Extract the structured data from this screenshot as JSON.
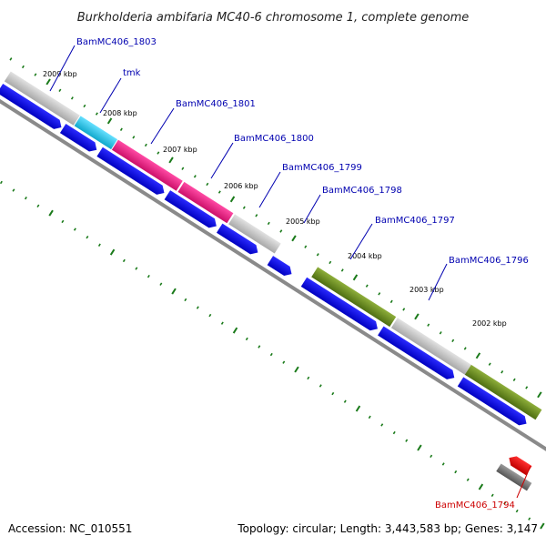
{
  "title": "Burkholderia ambifaria MC40-6 chromosome 1, complete genome",
  "footer": {
    "accession": "Accession: NC_010551",
    "topology": "Topology: circular; Length: 3,443,583 bp; Genes: 3,147"
  },
  "kbp_labels": [
    "2009 kbp",
    "2008 kbp",
    "2007 kbp",
    "2006 kbp",
    "2005 kbp",
    "2004 kbp",
    "2003 kbp",
    "2002 kbp"
  ],
  "gene_labels": [
    {
      "text": "BamMC406_1803",
      "color": "#0000b0"
    },
    {
      "text": "tmk",
      "color": "#0000b0"
    },
    {
      "text": "BamMC406_1801",
      "color": "#0000b0"
    },
    {
      "text": "BamMC406_1800",
      "color": "#0000b0"
    },
    {
      "text": "BamMC406_1799",
      "color": "#0000b0"
    },
    {
      "text": "BamMC406_1798",
      "color": "#0000b0"
    },
    {
      "text": "BamMC406_1797",
      "color": "#0000b0"
    },
    {
      "text": "BamMC406_1796",
      "color": "#0000b0"
    },
    {
      "text": "BamMC406_1794",
      "color": "#cc0000"
    }
  ],
  "colors": {
    "gray_gene": "#c4c4c4",
    "cyan_gene": "#33ccee",
    "pink_gene": "#ee2a8a",
    "olive_gene": "#6e8e22",
    "blue_cds": "#0a0aee",
    "red_gene": "#ee0000",
    "dark_gene": "#707070",
    "backbone": "#8a8a8a",
    "tick": "#1a7a1a"
  }
}
